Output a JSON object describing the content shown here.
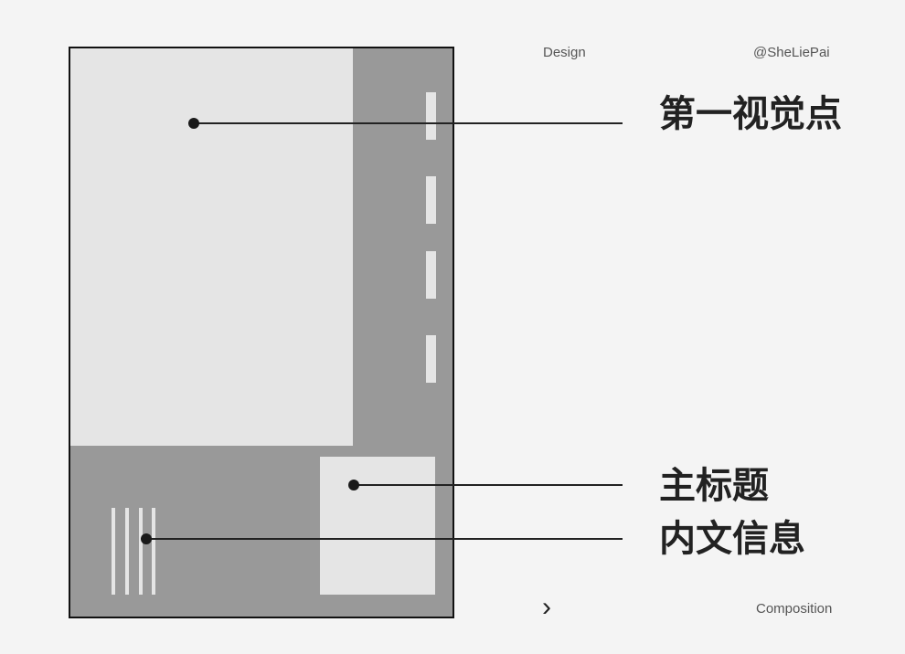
{
  "header": {
    "left": "Design",
    "right": "@SheLiePai"
  },
  "labels": {
    "first_visual": "第一视觉点",
    "main_title": "主标题",
    "body_info": "内文信息"
  },
  "footer": {
    "arrow": "›",
    "right": "Composition"
  }
}
